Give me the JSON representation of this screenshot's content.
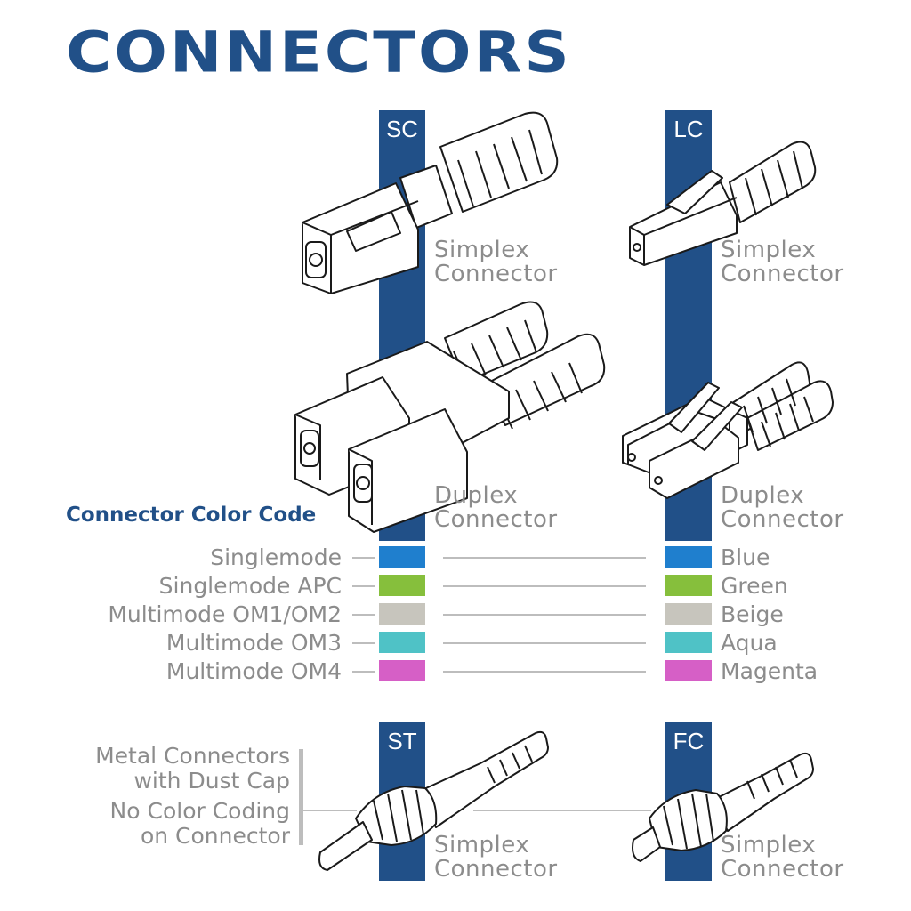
{
  "title": "CONNECTORS",
  "bands": {
    "sc": "SC",
    "lc": "LC",
    "st": "ST",
    "fc": "FC"
  },
  "captions": {
    "sc_simplex": [
      "Simplex",
      "Connector"
    ],
    "lc_simplex": [
      "Simplex",
      "Connector"
    ],
    "sc_duplex": [
      "Duplex",
      "Connector"
    ],
    "lc_duplex": [
      "Duplex",
      "Connector"
    ],
    "st_simplex": [
      "Simplex",
      "Connector"
    ],
    "fc_simplex": [
      "Simplex",
      "Connector"
    ]
  },
  "color_code": {
    "title": "Connector Color Code",
    "rows": [
      {
        "type": "Singlemode",
        "color_name": "Blue",
        "color": "#1f7fce"
      },
      {
        "type": "Singlemode APC",
        "color_name": "Green",
        "color": "#86bf3c"
      },
      {
        "type": "Multimode OM1/OM2",
        "color_name": "Beige",
        "color": "#c7c5bd"
      },
      {
        "type": "Multimode OM3",
        "color_name": "Aqua",
        "color": "#4fc2c6"
      },
      {
        "type": "Multimode OM4",
        "color_name": "Magenta",
        "color": "#d65fc6"
      }
    ]
  },
  "metal_note": {
    "line1": "Metal Connectors",
    "line2": "with Dust Cap",
    "line3": "No Color Coding",
    "line4": "on Connector"
  },
  "colors": {
    "brand_blue": "#215088",
    "caption_gray": "#8c8c8c",
    "line_gray": "#bdbdbd"
  }
}
